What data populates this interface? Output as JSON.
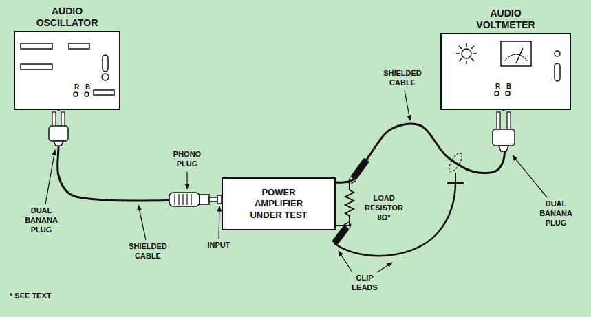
{
  "diagram": {
    "nodes": [
      {
        "text": [
          "AUDIO OSCILLATOR",
          "R B"
        ]
      },
      {
        "text": [
          "POWER AMPLIFIER UNDER TEST"
        ]
      },
      {
        "text": [
          "AUDIO VOLTMETER",
          "R B"
        ]
      }
    ],
    "edges": [
      {
        "from": 0,
        "to": 1,
        "arrow": "none"
      },
      {
        "from": 1,
        "to": 2,
        "arrow": "none"
      }
    ],
    "labels": [
      "PHONO PLUG",
      "DUAL BANANA PLUG",
      "INPUT",
      "SHIELDED CABLE",
      "SHIELDED CABLE",
      "LOAD RESISTOR 8Ω*",
      "CLIP LEADS",
      "DUAL BANANA PLUG",
      "* SEE TEXT"
    ]
  }
}
